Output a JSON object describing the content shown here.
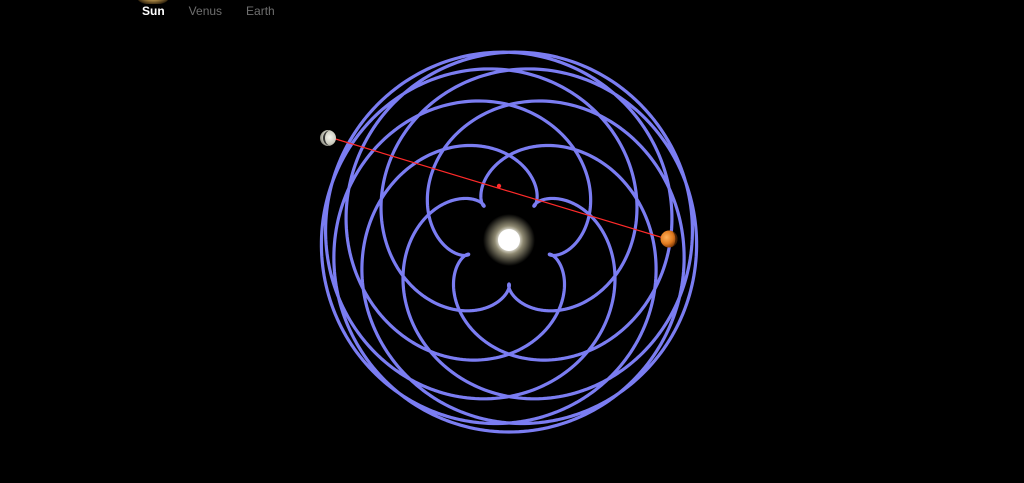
{
  "tabs": [
    {
      "label": "Sun",
      "active": true
    },
    {
      "label": "Venus",
      "active": false
    },
    {
      "label": "Earth",
      "active": false
    }
  ],
  "colors": {
    "background": "#000000",
    "orbit_path": "#7b7df2",
    "sight_line": "#ff2a2a",
    "sun": "#ffffff",
    "venus": "#d6d6c8",
    "mars": "#e07a1f"
  },
  "icons": [
    "sun-icon",
    "moon-icon",
    "mars-icon"
  ]
}
